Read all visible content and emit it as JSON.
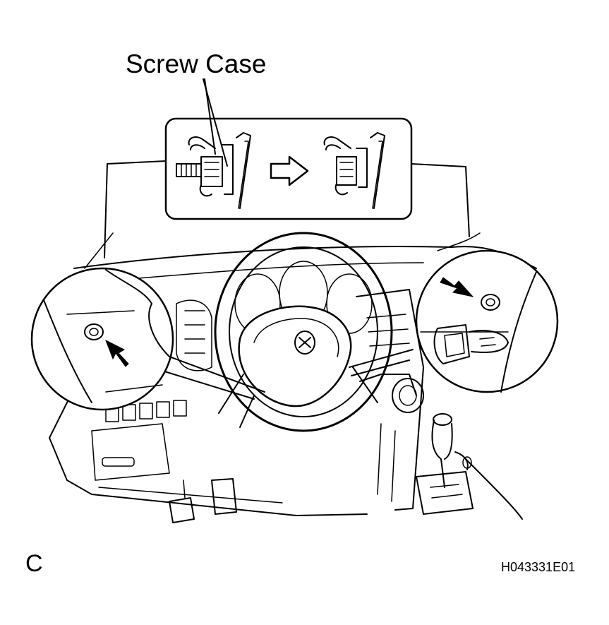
{
  "diagram": {
    "callout_label": "Screw Case",
    "corner_letter": "C",
    "figure_code": "H043331E01"
  },
  "colors": {
    "line": "#000000",
    "background": "#ffffff"
  }
}
